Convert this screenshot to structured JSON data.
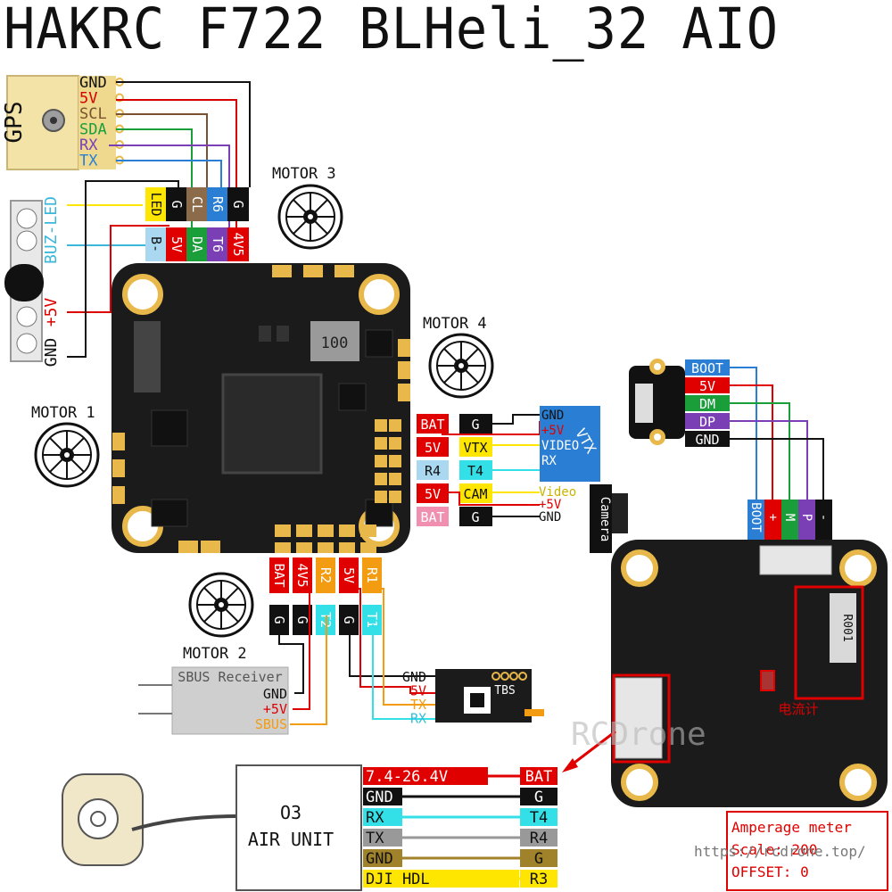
{
  "title": "HAKRC F722 BLHeli_32 AIO",
  "gps": {
    "label": "GPS",
    "pins": [
      {
        "name": "GND",
        "color": "#111111"
      },
      {
        "name": "5V",
        "color": "#d50000"
      },
      {
        "name": "SCL",
        "color": "#7a5230"
      },
      {
        "name": "SDA",
        "color": "#1a9e3a"
      },
      {
        "name": "RX",
        "color": "#7b3fb5"
      },
      {
        "name": "TX",
        "color": "#2a7fd4"
      }
    ]
  },
  "buzzer": {
    "label": "BUZ-LED",
    "plus": "+5V",
    "gnd": "GND"
  },
  "fc_top_pads": {
    "row1": [
      {
        "text": "LED",
        "bg": "#ffe600",
        "fg": "#111"
      },
      {
        "text": "G",
        "bg": "#111111",
        "fg": "#fff"
      },
      {
        "text": "CL",
        "bg": "#8b6b4a",
        "fg": "#fff"
      },
      {
        "text": "R6",
        "bg": "#2a7fd4",
        "fg": "#fff"
      },
      {
        "text": "G",
        "bg": "#111111",
        "fg": "#fff"
      }
    ],
    "row2": [
      {
        "text": "B-",
        "bg": "#a9d8f0",
        "fg": "#111"
      },
      {
        "text": "5V",
        "bg": "#e00000",
        "fg": "#fff"
      },
      {
        "text": "DA",
        "bg": "#1a9e3a",
        "fg": "#fff"
      },
      {
        "text": "T6",
        "bg": "#7b3fb5",
        "fg": "#fff"
      },
      {
        "text": "4V5",
        "bg": "#e00000",
        "fg": "#fff"
      }
    ]
  },
  "motors": [
    "MOTOR 1",
    "MOTOR 2",
    "MOTOR 3",
    "MOTOR 4"
  ],
  "board_marks": {
    "inductor": "100"
  },
  "vtx_pads": [
    {
      "left": "BAT",
      "left_bg": "#e00000",
      "right": "G",
      "right_bg": "#111111"
    },
    {
      "left": "5V",
      "left_bg": "#e00000",
      "right": "VTX",
      "right_bg": "#ffe600"
    },
    {
      "left": "R4",
      "left_bg": "#a9d8f0",
      "right": "T4",
      "right_bg": "#33e0e8"
    },
    {
      "left": "5V",
      "left_bg": "#e00000",
      "right": "CAM",
      "right_bg": "#ffe600"
    },
    {
      "left": "BAT",
      "left_bg": "#f08fb0",
      "right": "G",
      "right_bg": "#111111"
    }
  ],
  "vtx": {
    "label": "VTX",
    "pins": [
      "GND",
      "+5V",
      "VIDEO",
      "RX"
    ]
  },
  "camera": {
    "label": "Camera",
    "pins": [
      "Video",
      "+5V",
      "GND"
    ]
  },
  "bottom_pads": {
    "row1": [
      {
        "text": "BAT",
        "bg": "#e00000"
      },
      {
        "text": "4V5",
        "bg": "#e00000"
      },
      {
        "text": "R2",
        "bg": "#f39c12"
      },
      {
        "text": "5V",
        "bg": "#e00000"
      },
      {
        "text": "R1",
        "bg": "#f39c12"
      }
    ],
    "row2": [
      {
        "text": "G",
        "bg": "#111111"
      },
      {
        "text": "G",
        "bg": "#111111"
      },
      {
        "text": "T2",
        "bg": "#33e0e8"
      },
      {
        "text": "G",
        "bg": "#111111"
      },
      {
        "text": "T1",
        "bg": "#33e0e8"
      }
    ]
  },
  "sbus": {
    "label": "SBUS Receiver",
    "pins": [
      "GND",
      "+5V",
      "SBUS"
    ]
  },
  "tbs": {
    "label": "TBS",
    "pins": [
      "GND",
      "5V",
      "TX",
      "RX"
    ]
  },
  "usb": {
    "pins": [
      {
        "name": "BOOT",
        "bg": "#2a7fd4"
      },
      {
        "name": "5V",
        "bg": "#e00000"
      },
      {
        "name": "DM",
        "bg": "#1a9e3a"
      },
      {
        "name": "DP",
        "bg": "#7b3fb5"
      },
      {
        "name": "GND",
        "bg": "#111111"
      }
    ],
    "port": [
      {
        "name": "BOOT",
        "bg": "#2a7fd4"
      },
      {
        "name": "+",
        "bg": "#e00000"
      },
      {
        "name": "M",
        "bg": "#1a9e3a"
      },
      {
        "name": "P",
        "bg": "#7b3fb5"
      },
      {
        "name": "-",
        "bg": "#111111"
      }
    ]
  },
  "back_board": {
    "shunt": "R001",
    "sensor": "电流计"
  },
  "watermark": "RCDrone",
  "url": "https://rcdrone.top/",
  "o3": {
    "line1": "O3",
    "line2": "AIR UNIT",
    "rows": [
      {
        "left": "7.4-26.4V",
        "right": "BAT",
        "bar": "#e00000",
        "fg": "#fff"
      },
      {
        "left": "GND",
        "right": "G",
        "bar": "#111111",
        "fg": "#fff"
      },
      {
        "left": "RX",
        "right": "T4",
        "bar": "#33e0e8",
        "fg": "#111"
      },
      {
        "left": "TX",
        "right": "R4",
        "bar": "#999999",
        "fg": "#111"
      },
      {
        "left": "GND",
        "right": "G",
        "bar": "#a0822a",
        "fg": "#111"
      },
      {
        "left": "DJI  HDL",
        "right": "R3",
        "bar": "#ffe600",
        "fg": "#111"
      }
    ]
  },
  "amperage": {
    "lines": [
      "Amperage meter",
      "Scale: 200",
      "OFFSET: 0"
    ]
  },
  "colors": {
    "board": "#1b1b1b",
    "pad": "#e8b84a",
    "red_frame": "#e00000"
  }
}
